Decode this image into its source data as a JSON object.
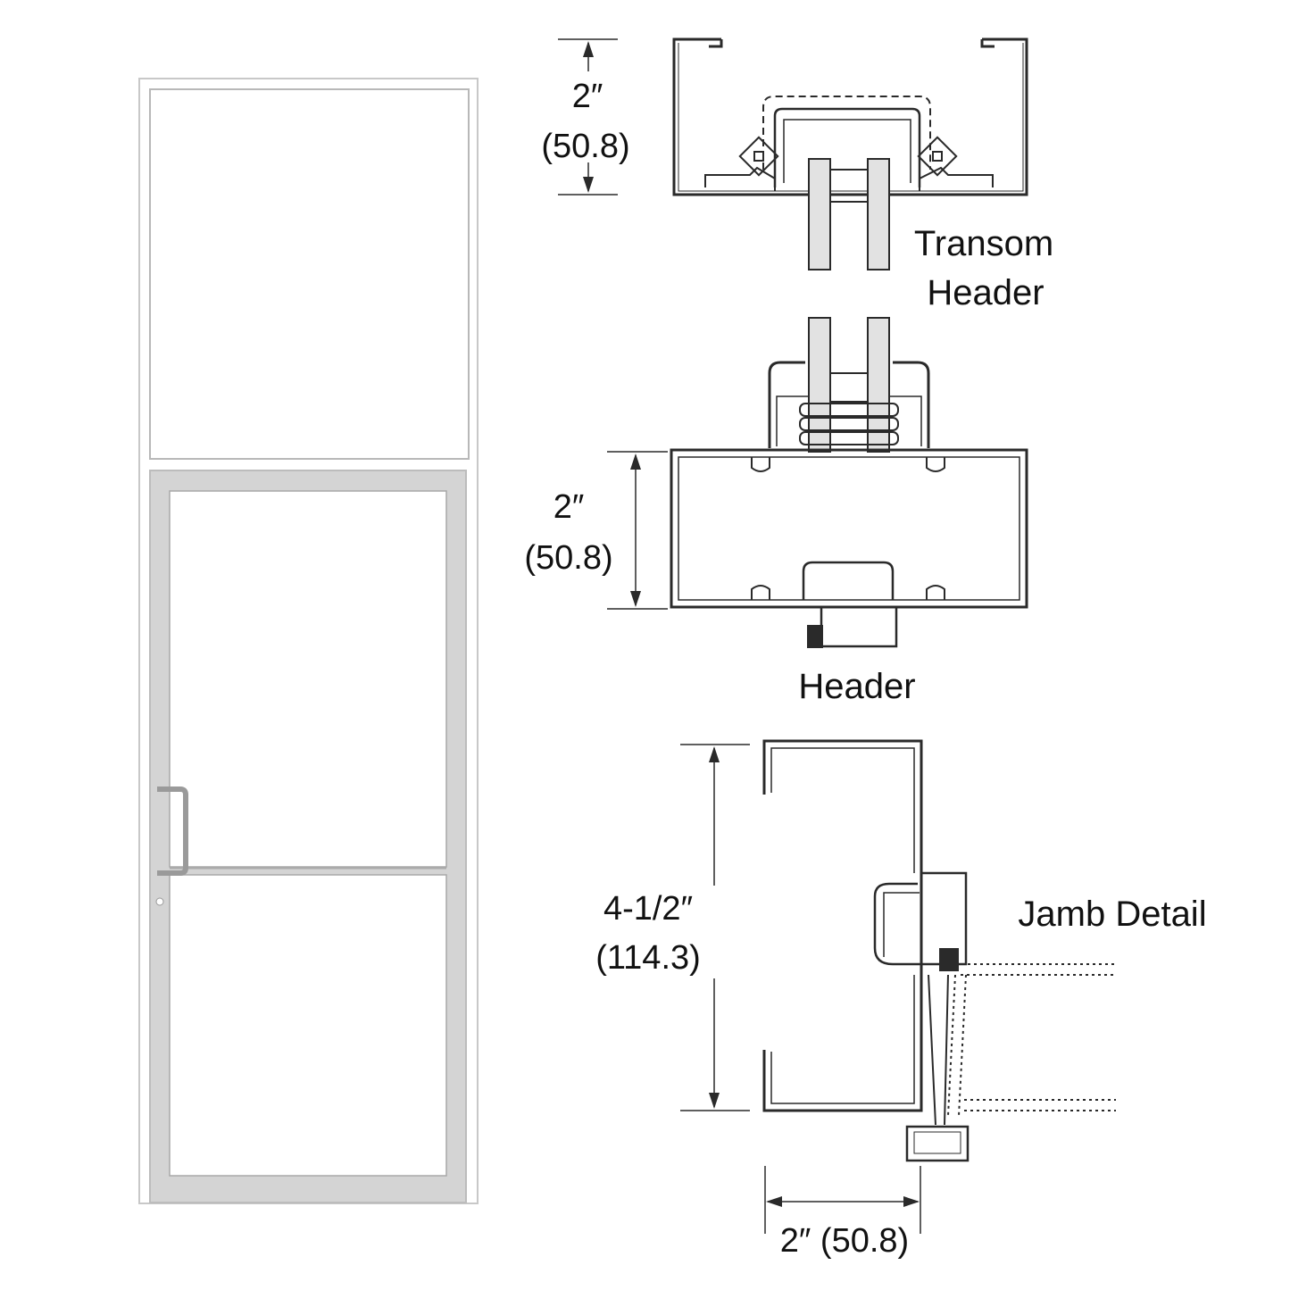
{
  "transom_header": {
    "caption_line1": "Transom",
    "caption_line2": "Header",
    "dim_in": "2″",
    "dim_mm": "(50.8)"
  },
  "header": {
    "caption": "Header",
    "dim_in": "2″",
    "dim_mm": "(50.8)"
  },
  "jamb": {
    "caption": "Jamb Detail",
    "depth_in": "4-1/2″",
    "depth_mm": "(114.3)",
    "width_label": "2″ (50.8)"
  },
  "colors": {
    "line": "#2a2a2a",
    "frame": "#d4d4d4",
    "background": "#ffffff"
  }
}
